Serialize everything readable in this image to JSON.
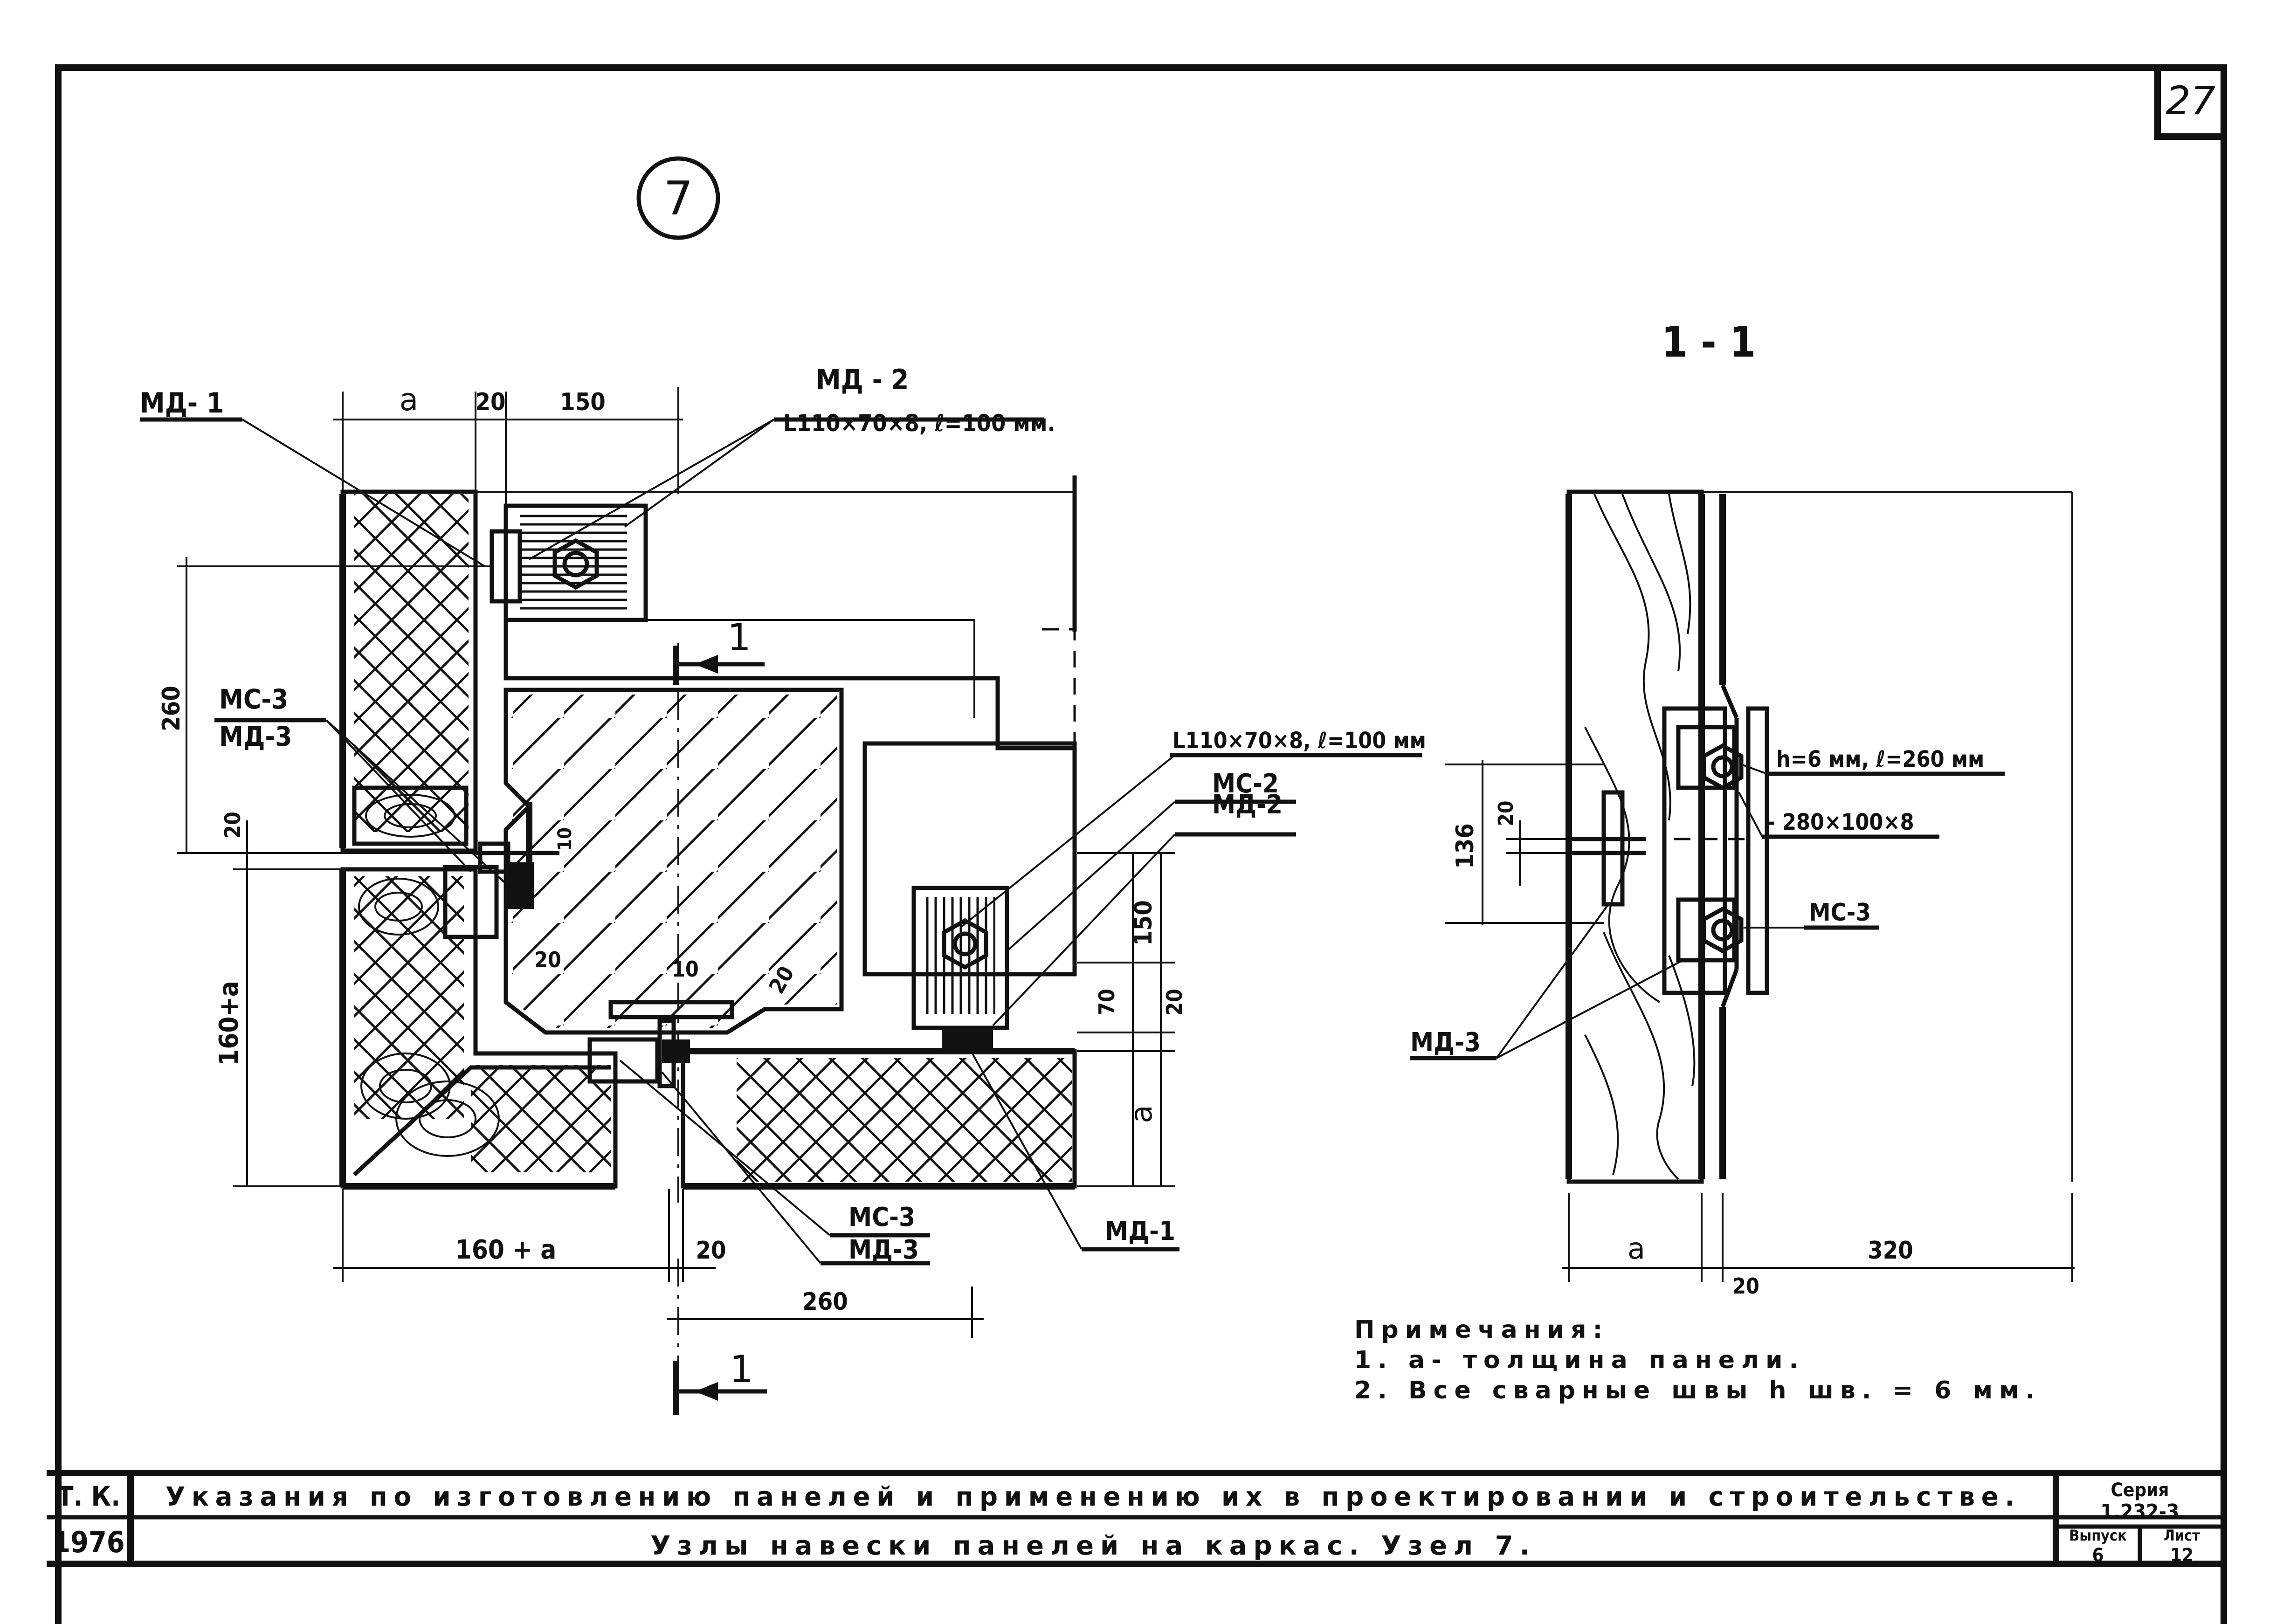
{
  "sheet": {
    "page_number": "27",
    "node_marker": "7",
    "section_title": "1 - 1"
  },
  "plan": {
    "dims": {
      "a_top": "a",
      "d20_top": "20",
      "d150_top": "150",
      "d260_left": "260",
      "d20_left": "20",
      "d160a_left": "160+a",
      "d160a_bottom": "160 + a",
      "d20_bottom": "20",
      "d260_bottom": "260",
      "d150_right": "150",
      "d70_right": "70",
      "d20_right": "20",
      "a_right": "a",
      "d20_inner": "20",
      "d10_inner": "10",
      "d20_diag": "20",
      "d10_small": "10"
    },
    "labels": {
      "md1_top": "МД- 1",
      "md2_top": "МД - 2",
      "angle_top": "L110×70×8, ℓ=100 мм.",
      "mc3_left": "МС-3",
      "md3_left": "МД-3",
      "angle_right": "L110×70×8, ℓ=100 мм",
      "mc2_right": "МС-2",
      "md2_right": "МД-2",
      "mc3_bottom": "МС-3",
      "md3_bottom": "МД-3",
      "md1_bottom": "МД-1",
      "cut_top": "1",
      "cut_bottom": "1"
    }
  },
  "section": {
    "dims": {
      "d136": "136",
      "d20": "20",
      "a": "a",
      "d20_bottom": "20",
      "d320": "320"
    },
    "labels": {
      "weld": "h=6 мм, ℓ=260 мм",
      "plate": "- 280×100×8",
      "mc3": "МС-3",
      "md3": "МД-3"
    }
  },
  "notes": {
    "heading": "Примечания:",
    "items": [
      "1. a- толщина панели.",
      "2. Все сварные швы h шв. = 6 мм."
    ]
  },
  "title_block": {
    "code": "Т. К.",
    "year": "1976",
    "title_line1": "Указания по изготовлению панелей и применению их в проектировании и строительстве.",
    "title_line2": "Узлы навески панелей на каркас. Узел 7.",
    "series_label": "Серия",
    "series_value": "1.232-3",
    "issue_label": "Выпуск",
    "issue_value": "6",
    "sheet_label": "Лист",
    "sheet_value": "12"
  }
}
